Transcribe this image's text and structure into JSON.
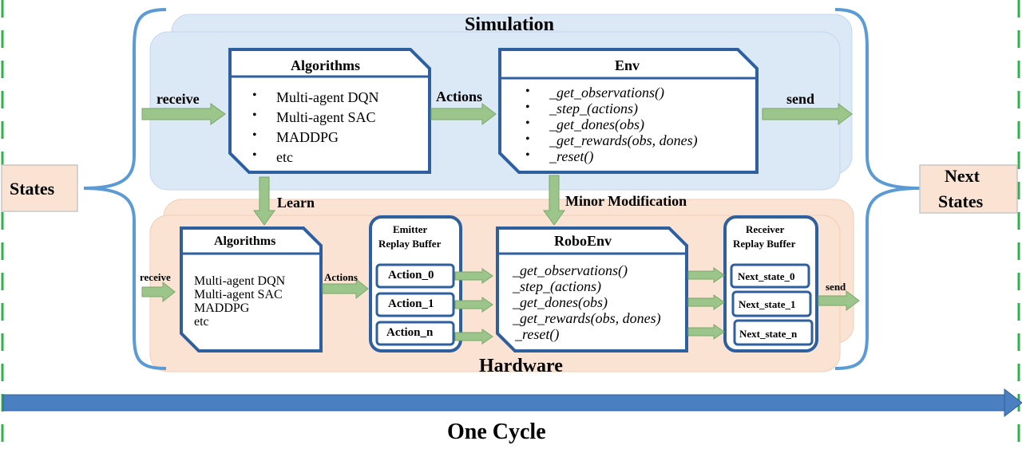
{
  "colors": {
    "sim_bg": "#dbe8f5",
    "hw_bg": "#fbe3d3",
    "box_stroke": "#2e5f9e",
    "bracket": "#5b9bd5",
    "arrow_green": "#9bc58a",
    "arrow_green_stroke": "#7aa868",
    "dashed_green": "#2db34a",
    "cycle_arrow": "#4a7fc1",
    "states_bg": "#fbe3d3"
  },
  "labels": {
    "states": "States",
    "next_states_line1": "Next",
    "next_states_line2": "States",
    "one_cycle": "One Cycle",
    "simulation": "Simulation",
    "hardware": "Hardware",
    "learn": "Learn",
    "minor_modification": "Minor  Modification"
  },
  "simulation": {
    "receive": "receive",
    "actions": "Actions",
    "send": "send",
    "algorithms": {
      "title": "Algorithms",
      "items": [
        "Multi-agent DQN",
        "Multi-agent SAC",
        "MADDPG",
        "etc"
      ]
    },
    "env": {
      "title": "Env",
      "items": [
        "_get_observations()",
        "_step_(actions)",
        "_get_dones(obs)",
        "_get_rewards(obs, dones)",
        "_reset()"
      ]
    }
  },
  "hardware": {
    "receive": "receive",
    "actions": "Actions",
    "send": "send",
    "algorithms": {
      "title": "Algorithms",
      "items": [
        "Multi-agent  DQN",
        "Multi-agent  SAC",
        "MADDPG",
        "etc"
      ]
    },
    "emitter": {
      "title_line1": "Emitter",
      "title_line2": "Replay Buffer",
      "items": [
        "Action_0",
        "Action_1",
        "Action_n"
      ]
    },
    "roboenv": {
      "title": "RoboEnv",
      "items": [
        "_get_observations()",
        "_step_(actions)",
        "_get_dones(obs)",
        "_get_rewards(obs, dones)",
        "_reset()"
      ]
    },
    "receiver": {
      "title_line1": "Receiver",
      "title_line2": "Replay Buffer",
      "items": [
        "Next_state_0",
        "Next_state_1",
        "Next_state_n"
      ]
    }
  }
}
